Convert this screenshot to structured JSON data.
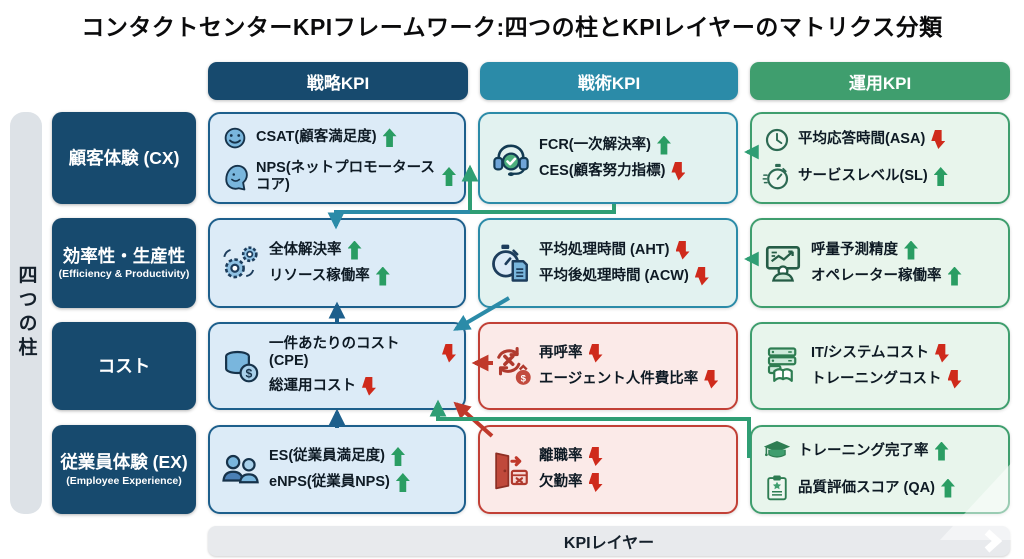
{
  "title": "コンタクトセンターKPIフレームワーク:四つの柱とKPIレイヤーのマトリクス分類",
  "left_axis": {
    "label": "四つの柱"
  },
  "bottom_axis": {
    "label": "KPIレイヤー"
  },
  "columns": [
    {
      "id": "strategy",
      "label": "戦略KPI",
      "color": "#174a6e"
    },
    {
      "id": "tactical",
      "label": "戦術KPI",
      "color": "#2b8ba8"
    },
    {
      "id": "operational",
      "label": "運用KPI",
      "color": "#3f9e6e"
    }
  ],
  "rows": [
    {
      "label": "顧客体験 (CX)",
      "sublabel": ""
    },
    {
      "label": "効率性・生産性",
      "sublabel": "(Efficiency & Productivity)"
    },
    {
      "label": "コスト",
      "sublabel": ""
    },
    {
      "label": "従業員体験 (EX)",
      "sublabel": "(Employee Experience)"
    }
  ],
  "trend_colors": {
    "up": "#2a9d63",
    "down": "#cf2a1b"
  },
  "cells": [
    {
      "row": 0,
      "col": 0,
      "tone": "blue",
      "items": [
        {
          "icon": "smiley-icon",
          "text": "CSAT(顧客満足度)",
          "trend": "up"
        },
        {
          "icon": "head-profile-icon",
          "text": "NPS(ネットプロモータースコア)",
          "trend": "up"
        }
      ]
    },
    {
      "row": 0,
      "col": 1,
      "tone": "teal",
      "icon": "headset-check-icon",
      "items": [
        {
          "text": "FCR(一次解決率)",
          "trend": "up"
        },
        {
          "text": "CES(顧客努力指標)",
          "trend": "down"
        }
      ]
    },
    {
      "row": 0,
      "col": 2,
      "tone": "green",
      "items": [
        {
          "icon": "clock-icon",
          "text": "平均応答時間(ASA)",
          "trend": "down"
        },
        {
          "icon": "stopwatch-icon",
          "text": "サービスレベル(SL)",
          "trend": "up"
        }
      ]
    },
    {
      "row": 1,
      "col": 0,
      "tone": "blue",
      "icon": "gears-icon",
      "items": [
        {
          "text": "全体解決率",
          "trend": "up"
        },
        {
          "text": "リソース稼働率",
          "trend": "up"
        }
      ]
    },
    {
      "row": 1,
      "col": 1,
      "tone": "teal",
      "icon": "stopwatch-document-icon",
      "items": [
        {
          "text": "平均処理時間 (AHT)",
          "trend": "down"
        },
        {
          "text": "平均後処理時間 (ACW)",
          "trend": "down"
        }
      ]
    },
    {
      "row": 1,
      "col": 2,
      "tone": "green",
      "icon": "forecast-monitor-icon",
      "items": [
        {
          "text": "呼量予測精度",
          "trend": "up"
        },
        {
          "text": "オペレーター稼働率",
          "trend": "up"
        }
      ]
    },
    {
      "row": 2,
      "col": 0,
      "tone": "blue",
      "icon": "coins-icon",
      "items": [
        {
          "text": "一件あたりのコスト (CPE)",
          "trend": "down"
        },
        {
          "text": "総運用コスト",
          "trend": "down"
        }
      ]
    },
    {
      "row": 2,
      "col": 1,
      "tone": "red",
      "icon": "recall-cost-icon",
      "items": [
        {
          "text": "再呼率",
          "trend": "down"
        },
        {
          "text": "エージェント人件費比率",
          "trend": "down"
        }
      ]
    },
    {
      "row": 2,
      "col": 2,
      "tone": "green",
      "icon": "server-book-icon",
      "items": [
        {
          "text": "IT/システムコスト",
          "trend": "down"
        },
        {
          "text": "トレーニングコスト",
          "trend": "down"
        }
      ]
    },
    {
      "row": 3,
      "col": 0,
      "tone": "blue",
      "icon": "agents-icon",
      "items": [
        {
          "text": "ES(従業員満足度)",
          "trend": "up"
        },
        {
          "text": "eNPS(従業員NPS)",
          "trend": "up"
        }
      ]
    },
    {
      "row": 3,
      "col": 1,
      "tone": "red",
      "icon": "exit-door-icon",
      "items": [
        {
          "text": "離職率",
          "trend": "down"
        },
        {
          "text": "欠勤率",
          "trend": "down"
        }
      ]
    },
    {
      "row": 3,
      "col": 2,
      "tone": "green",
      "items": [
        {
          "icon": "graduation-cap-icon",
          "text": "トレーニング完了率",
          "trend": "up"
        },
        {
          "icon": "clipboard-qa-icon",
          "text": "品質評価スコア (QA)",
          "trend": "up"
        }
      ]
    }
  ]
}
